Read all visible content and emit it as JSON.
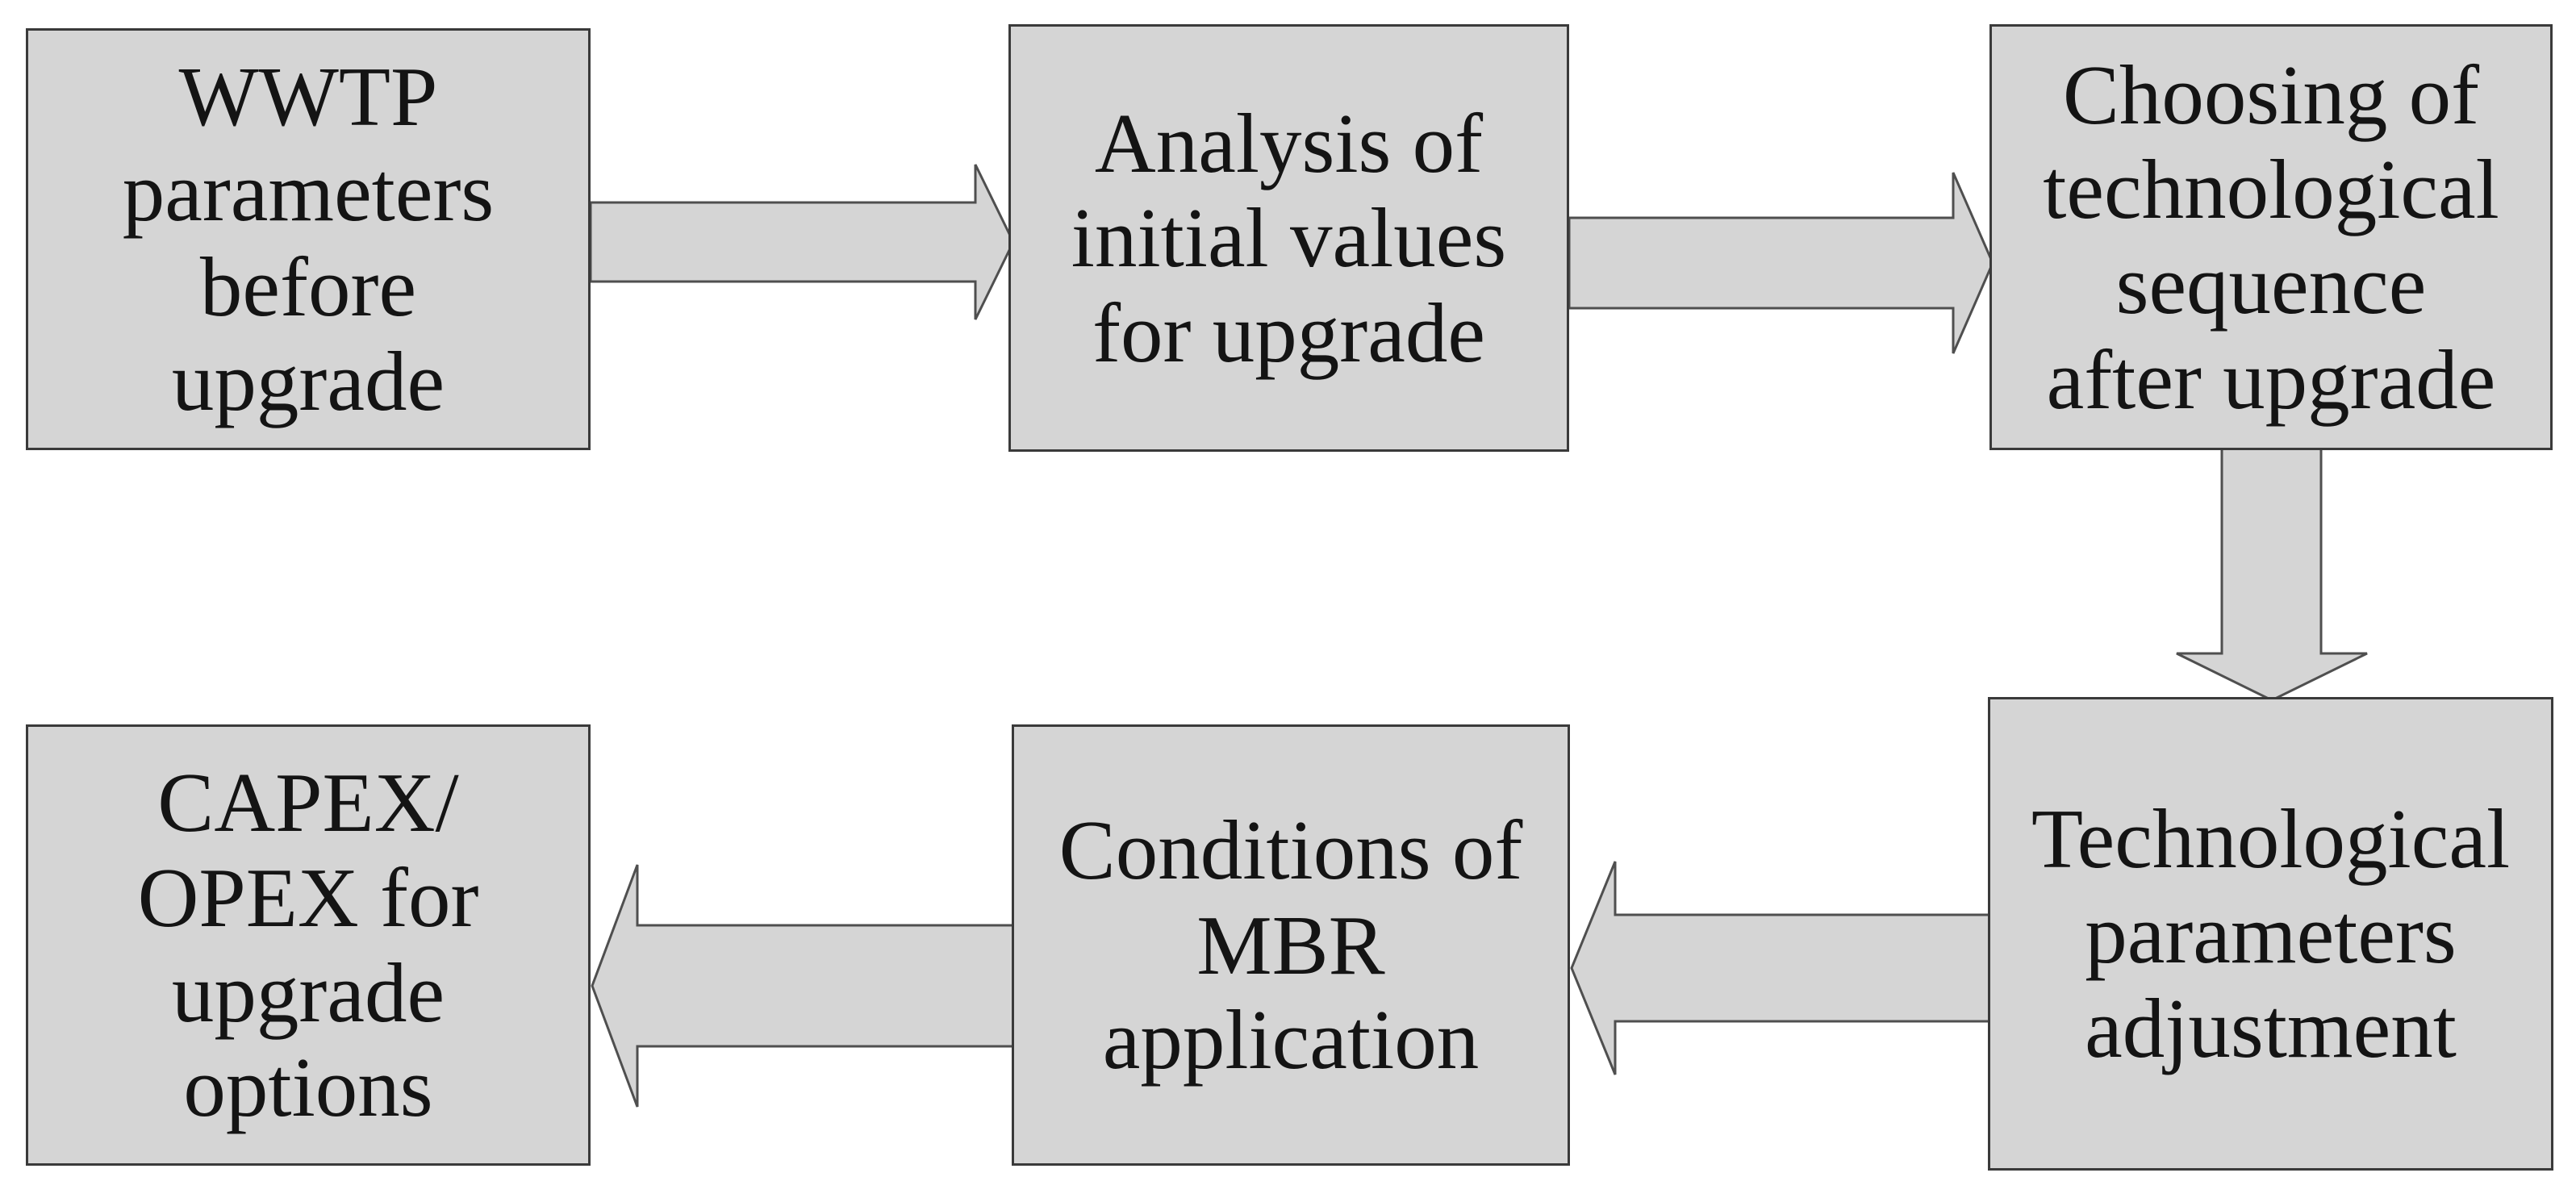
{
  "colors": {
    "background": "#ffffff",
    "box_fill": "#d5d5d5",
    "box_border": "#3a3a3a",
    "arrow_fill": "#d5d5d5",
    "arrow_outline": "#4f4f4f",
    "text": "#141414"
  },
  "boxes": [
    {
      "id": "wwtp-parameters-before-upgrade",
      "text": "WWTP\nparameters\nbefore\nupgrade"
    },
    {
      "id": "analysis-of-initial-values",
      "text": "Analysis of\ninitial values\nfor upgrade"
    },
    {
      "id": "choosing-technological-sequence",
      "text": "Choosing of\ntechnological\nsequence\nafter upgrade"
    },
    {
      "id": "capex-opex-for-upgrade-options",
      "text": "CAPEX/\nOPEX for\nupgrade\noptions"
    },
    {
      "id": "conditions-of-mbr-application",
      "text": "Conditions of\nMBR\napplication"
    },
    {
      "id": "technological-parameters-adjustment",
      "text": "Technological\nparameters\nadjustment"
    }
  ],
  "arrows": [
    {
      "id": "arrow-1",
      "from": "wwtp-parameters-before-upgrade",
      "to": "analysis-of-initial-values",
      "direction": "right"
    },
    {
      "id": "arrow-2",
      "from": "analysis-of-initial-values",
      "to": "choosing-technological-sequence",
      "direction": "right"
    },
    {
      "id": "arrow-3",
      "from": "choosing-technological-sequence",
      "to": "technological-parameters-adjustment",
      "direction": "down"
    },
    {
      "id": "arrow-4",
      "from": "technological-parameters-adjustment",
      "to": "conditions-of-mbr-application",
      "direction": "left"
    },
    {
      "id": "arrow-5",
      "from": "conditions-of-mbr-application",
      "to": "capex-opex-for-upgrade-options",
      "direction": "left"
    }
  ]
}
